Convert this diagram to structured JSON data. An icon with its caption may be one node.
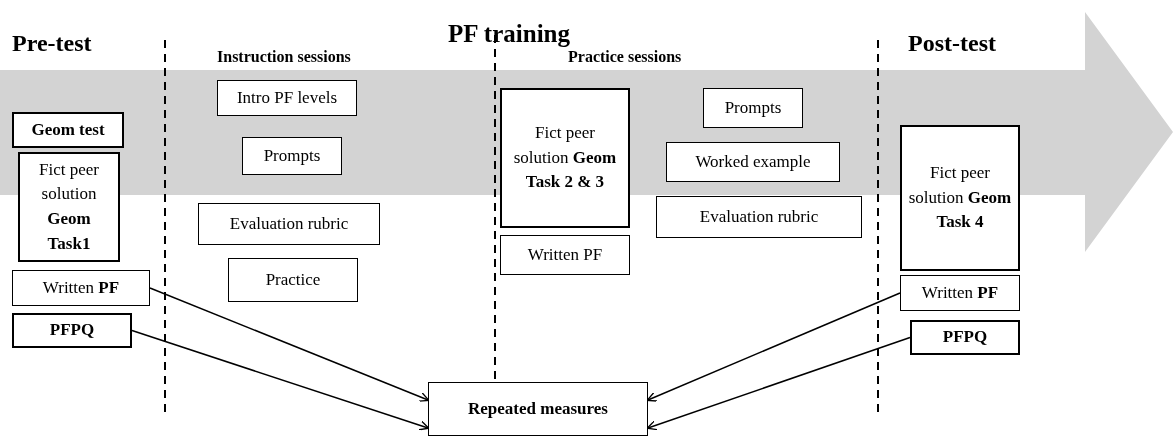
{
  "diagram": {
    "nodes": [
      {
        "text": [
          "Geom test"
        ]
      },
      {
        "text": [
          "Fict peer solution **Geom Task1**"
        ]
      },
      {
        "text": [
          "Written **PF**"
        ]
      },
      {
        "text": [
          "PFPQ"
        ]
      },
      {
        "text": [
          "Intro PF levels"
        ]
      },
      {
        "text": [
          "Prompts"
        ]
      },
      {
        "text": [
          "Evaluation rubric"
        ]
      },
      {
        "text": [
          "Practice"
        ]
      },
      {
        "text": [
          "Fict peer solution **Geom Task 2 & 3**"
        ]
      },
      {
        "text": [
          "Written PF"
        ]
      },
      {
        "text": [
          "Prompts"
        ]
      },
      {
        "text": [
          "Worked example"
        ]
      },
      {
        "text": [
          "Evaluation rubric"
        ]
      },
      {
        "text": [
          "Fict peer solution **Geom Task 4**"
        ]
      },
      {
        "text": [
          "Written **PF**"
        ]
      },
      {
        "text": [
          "PFPQ"
        ]
      },
      {
        "text": [
          "Repeated measures"
        ]
      }
    ],
    "edges": [
      {
        "from": 2,
        "to": 16,
        "arrow": "to"
      },
      {
        "from": 3,
        "to": 16,
        "arrow": "to"
      },
      {
        "from": 14,
        "to": 16,
        "arrow": "to"
      },
      {
        "from": 15,
        "to": 16,
        "arrow": "to"
      }
    ],
    "labels": [
      "Pre-test",
      "PF training",
      "Instruction sessions",
      "Practice sessions",
      "Post-test"
    ]
  }
}
